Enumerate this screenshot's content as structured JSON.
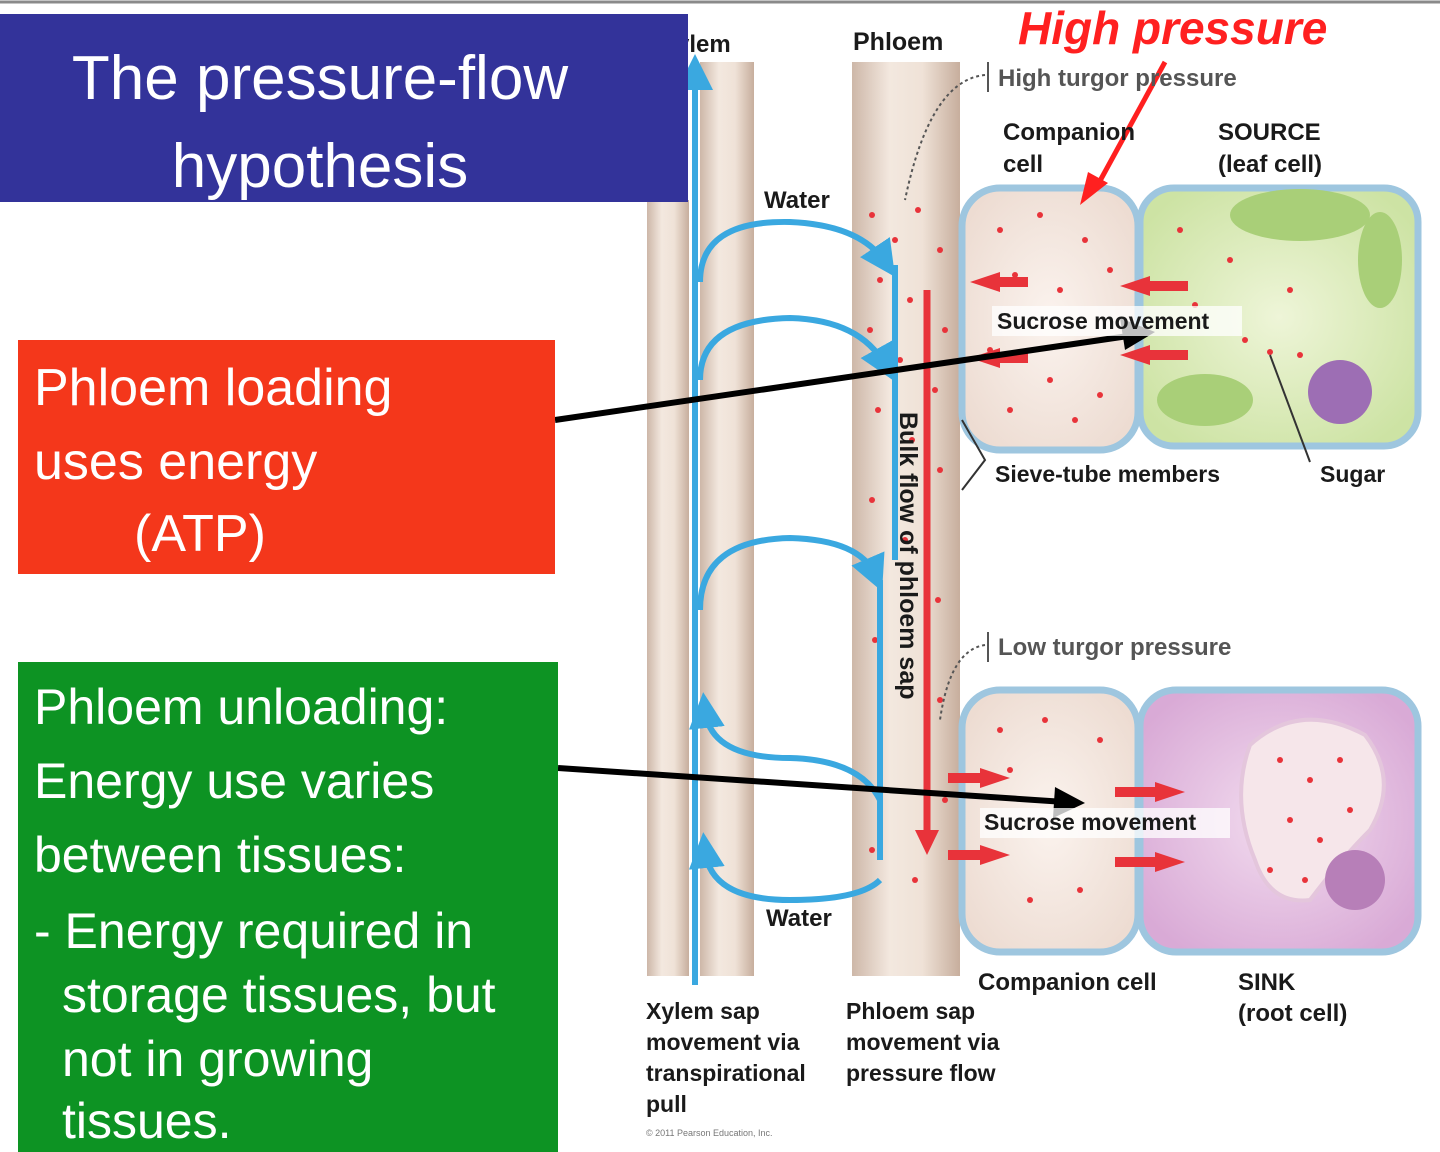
{
  "title": {
    "line1": "The pressure-flow",
    "line2": "hypothesis"
  },
  "loading": {
    "line1": "Phloem loading",
    "line2": "uses energy",
    "line3": "(ATP)"
  },
  "unloading": {
    "line1": "Phloem unloading:",
    "line2": "Energy use varies",
    "line3": "between tissues:",
    "line4": "- Energy required in",
    "line5": "storage tissues, but",
    "line6": "not in growing",
    "line7": "tissues."
  },
  "diagram": {
    "xylem_header": "Xylem",
    "phloem_header": "Phloem",
    "high_pressure": "High pressure",
    "high_turgor": "High turgor pressure",
    "low_turgor": "Low turgor pressure",
    "companion_cell_top": [
      "Companion",
      "cell"
    ],
    "source": [
      "SOURCE",
      "(leaf cell)"
    ],
    "sucrose_top": "Sucrose movement",
    "sucrose_bottom": "Sucrose movement",
    "sieve_tube": "Sieve-tube members",
    "sugar": "Sugar",
    "bulk_flow": "Bulk flow of phloem sap",
    "water_top": "Water",
    "water_bottom": "Water",
    "companion_cell_bottom": "Companion cell",
    "sink": [
      "SINK",
      "(root cell)"
    ],
    "xylem_caption": [
      "Xylem sap",
      "movement via",
      "transpirational",
      "pull"
    ],
    "phloem_caption": [
      "Phloem sap",
      "movement via",
      "pressure flow"
    ],
    "copyright": "© 2011 Pearson Education, Inc."
  },
  "colors": {
    "title_bg": "#33339a",
    "loading_bg": "#f4371b",
    "unloading_bg": "#0d9323",
    "water_arrow": "#3aa8e0",
    "sugar_red": "#e8333a",
    "high_pressure_text": "#ff2020"
  }
}
